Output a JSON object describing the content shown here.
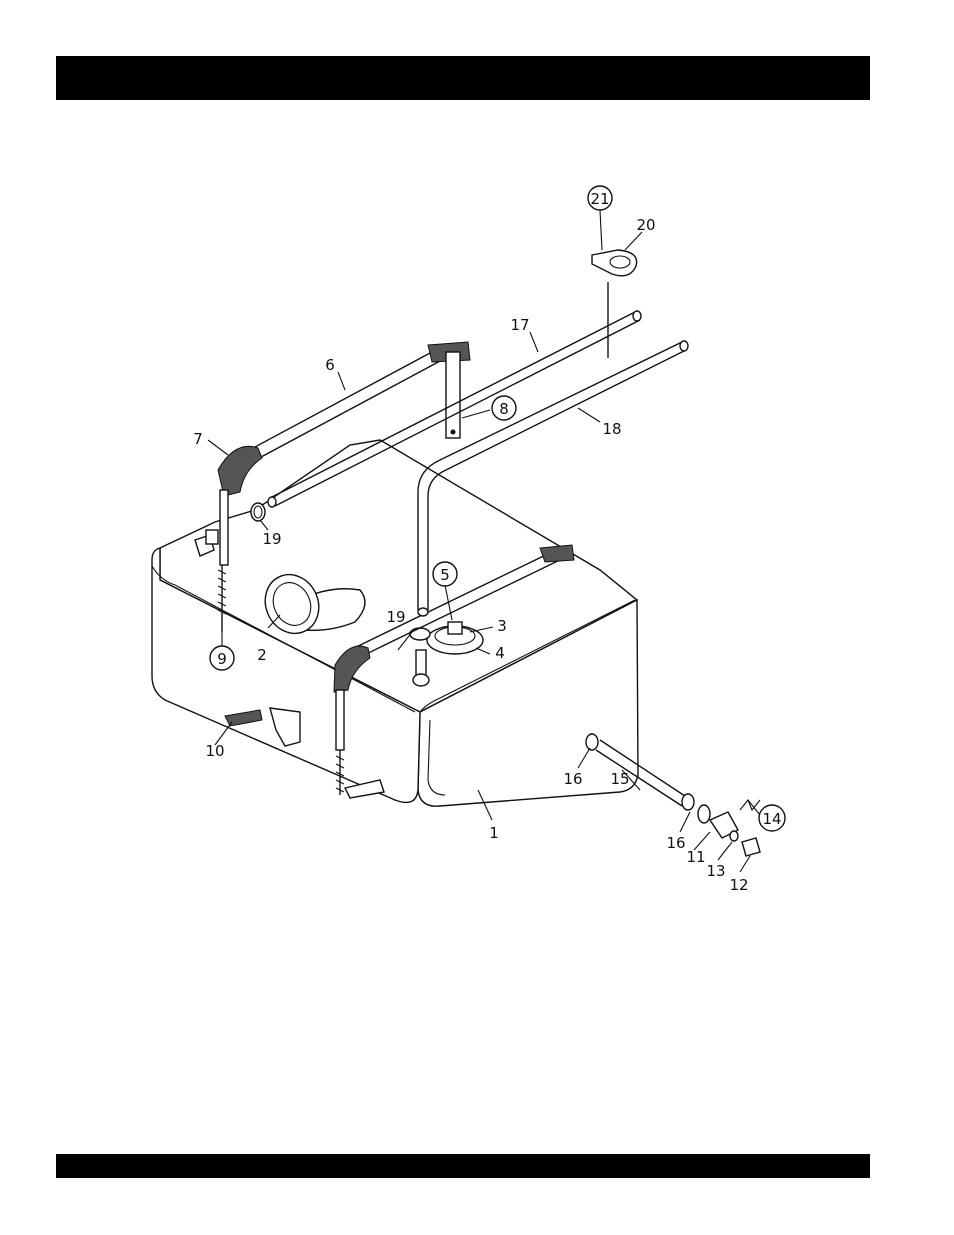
{
  "callouts": {
    "c1": "1",
    "c2": "2",
    "c3": "3",
    "c4": "4",
    "c5": "5",
    "c6": "6",
    "c7": "7",
    "c8": "8",
    "c9": "9",
    "c10": "10",
    "c11": "11",
    "c12": "12",
    "c13": "13",
    "c14": "14",
    "c15": "15",
    "c16a": "16",
    "c16b": "16",
    "c17": "17",
    "c18": "18",
    "c19a": "19",
    "c19b": "19",
    "c20": "20",
    "c21": "21"
  }
}
